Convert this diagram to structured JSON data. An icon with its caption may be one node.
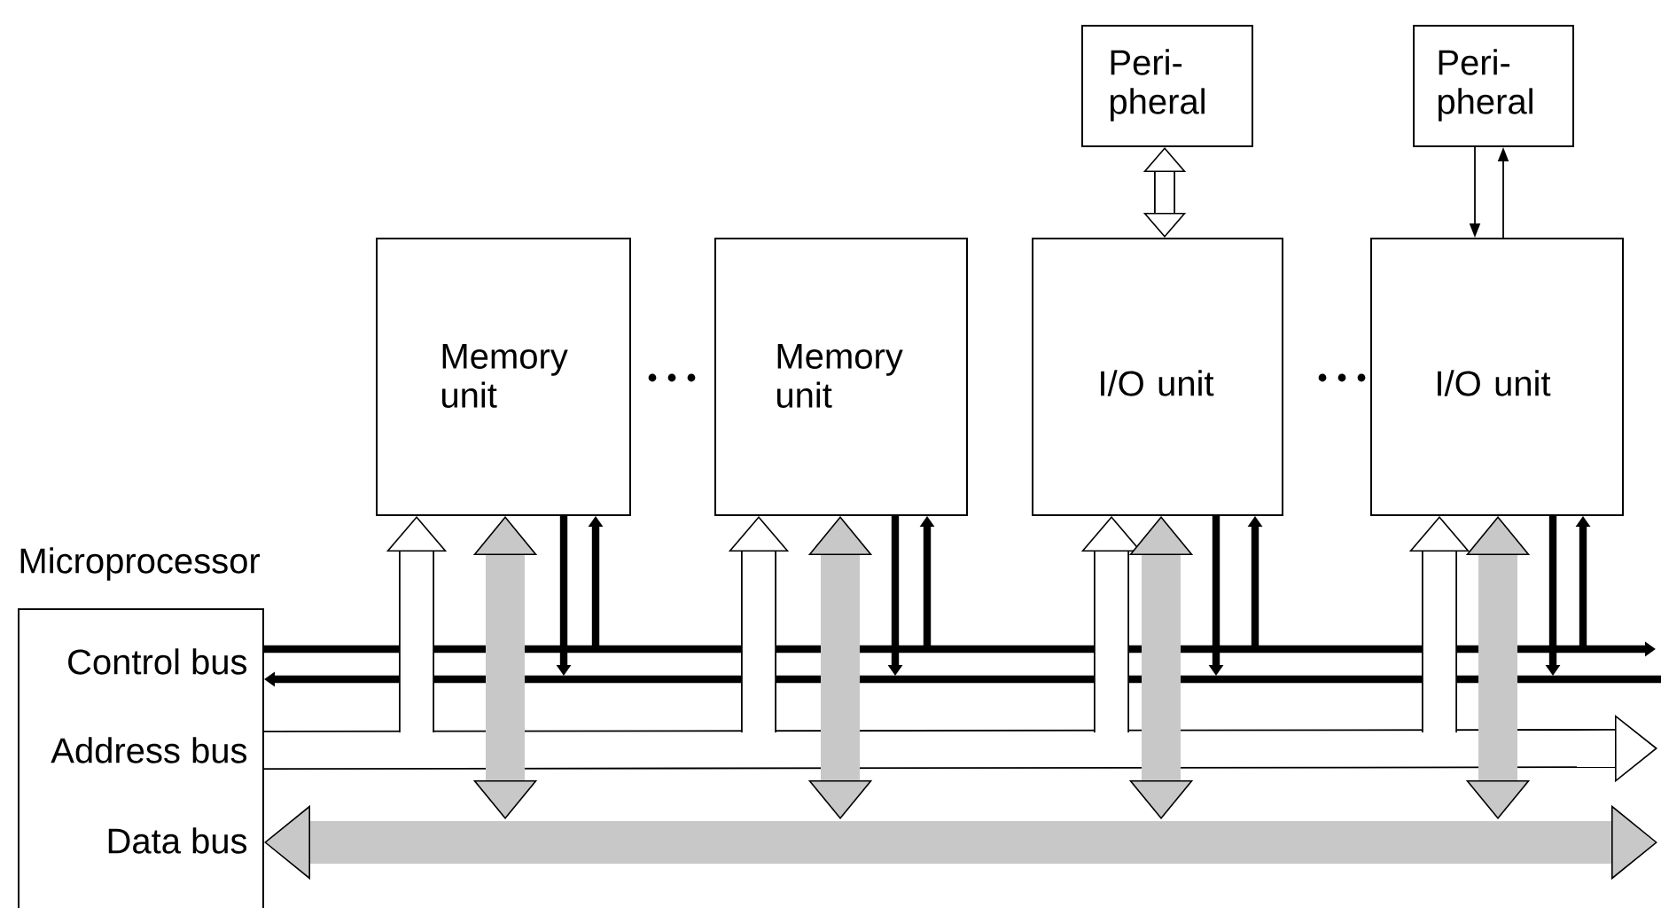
{
  "diagram": {
    "nodes": [
      {
        "text": [
          "Microprocessor",
          "Control bus",
          "Address bus",
          "Data bus"
        ]
      },
      {
        "text": [
          "Memory unit"
        ]
      },
      {
        "text": [
          "Memory unit"
        ]
      },
      {
        "text": [
          "I/O unit"
        ]
      },
      {
        "text": [
          "I/O unit"
        ]
      },
      {
        "text": [
          "Peri- pheral"
        ]
      },
      {
        "text": [
          "Peri- pheral"
        ]
      }
    ],
    "edges": [
      {
        "from": 0,
        "to": null,
        "arrow": "to"
      },
      {
        "from": null,
        "to": 0,
        "arrow": "to"
      },
      {
        "from": 0,
        "to": null,
        "arrow": "to",
        "style": "thick"
      },
      {
        "from": 0,
        "to": null,
        "arrow": "both",
        "style": "thick",
        "color": "#c8c8c8"
      },
      {
        "from": null,
        "to": 1,
        "arrow": "to",
        "style": "thick"
      },
      {
        "from": 1,
        "to": null,
        "arrow": "both",
        "style": "thick",
        "color": "#c8c8c8"
      },
      {
        "from": 1,
        "to": null,
        "arrow": "to"
      },
      {
        "from": null,
        "to": 1,
        "arrow": "to"
      },
      {
        "from": null,
        "to": 2,
        "arrow": "to",
        "style": "thick"
      },
      {
        "from": 2,
        "to": null,
        "arrow": "both",
        "style": "thick",
        "color": "#c8c8c8"
      },
      {
        "from": 2,
        "to": null,
        "arrow": "to"
      },
      {
        "from": null,
        "to": 2,
        "arrow": "to"
      },
      {
        "from": null,
        "to": 3,
        "arrow": "to",
        "style": "thick"
      },
      {
        "from": 3,
        "to": null,
        "arrow": "both",
        "style": "thick",
        "color": "#c8c8c8"
      },
      {
        "from": 3,
        "to": null,
        "arrow": "to"
      },
      {
        "from": null,
        "to": 3,
        "arrow": "to"
      },
      {
        "from": null,
        "to": 4,
        "arrow": "to",
        "style": "thick"
      },
      {
        "from": 4,
        "to": null,
        "arrow": "both",
        "style": "thick",
        "color": "#c8c8c8"
      },
      {
        "from": 4,
        "to": null,
        "arrow": "to"
      },
      {
        "from": null,
        "to": 4,
        "arrow": "to"
      },
      {
        "from": 5,
        "to": 3,
        "arrow": "both",
        "style": "thick"
      },
      {
        "from": 6,
        "to": 4,
        "arrow": "to"
      },
      {
        "from": 4,
        "to": 6,
        "arrow": "to"
      }
    ]
  }
}
